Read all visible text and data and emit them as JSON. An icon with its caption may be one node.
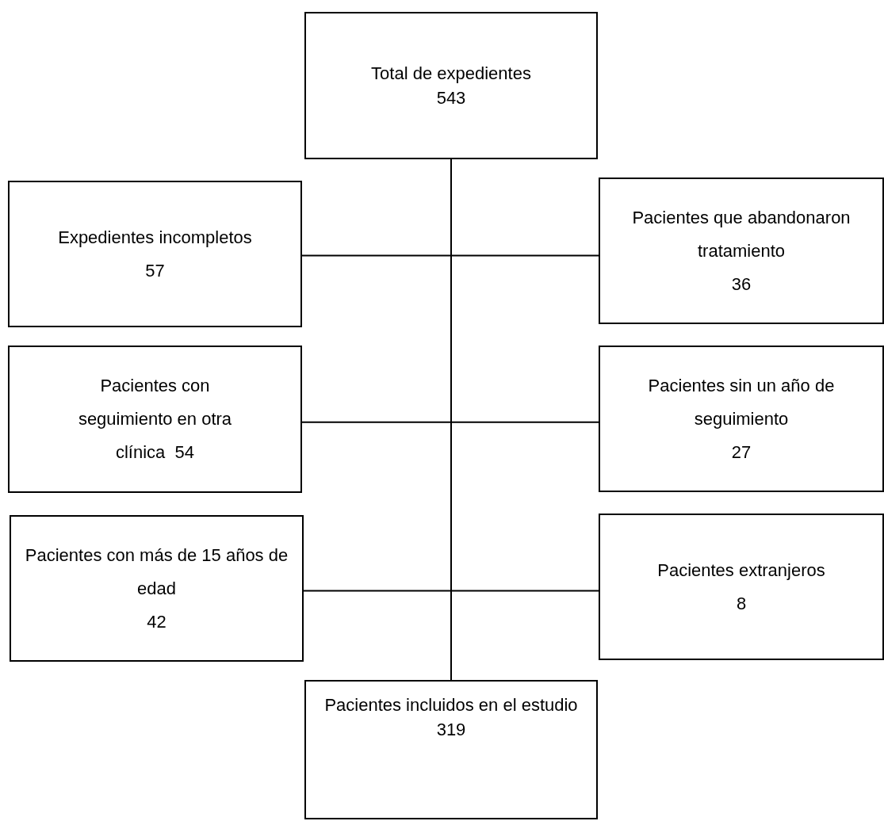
{
  "diagram": {
    "nodes": [
      {
        "text": [
          "Total de expedientes",
          "543"
        ]
      },
      {
        "text": [
          "Expedientes incompletos",
          "57"
        ]
      },
      {
        "text": [
          "Pacientes que abandonaron tratamiento",
          "36"
        ]
      },
      {
        "text": [
          "Pacientes con seguimiento en otra clínica  54"
        ]
      },
      {
        "text": [
          "Pacientes sin un año de seguimiento",
          "27"
        ]
      },
      {
        "text": [
          "Pacientes con más de 15 años de edad",
          "42"
        ]
      },
      {
        "text": [
          "Pacientes extranjeros",
          "8"
        ]
      },
      {
        "text": [
          "Pacientes incluidos en el estudio",
          "319"
        ]
      }
    ],
    "edges": [
      {
        "from": 0,
        "to": 7,
        "arrow": "none"
      },
      {
        "from": 1,
        "to": 2,
        "arrow": "none"
      },
      {
        "from": 3,
        "to": 4,
        "arrow": "none"
      },
      {
        "from": 5,
        "to": 6,
        "arrow": "none"
      }
    ]
  }
}
